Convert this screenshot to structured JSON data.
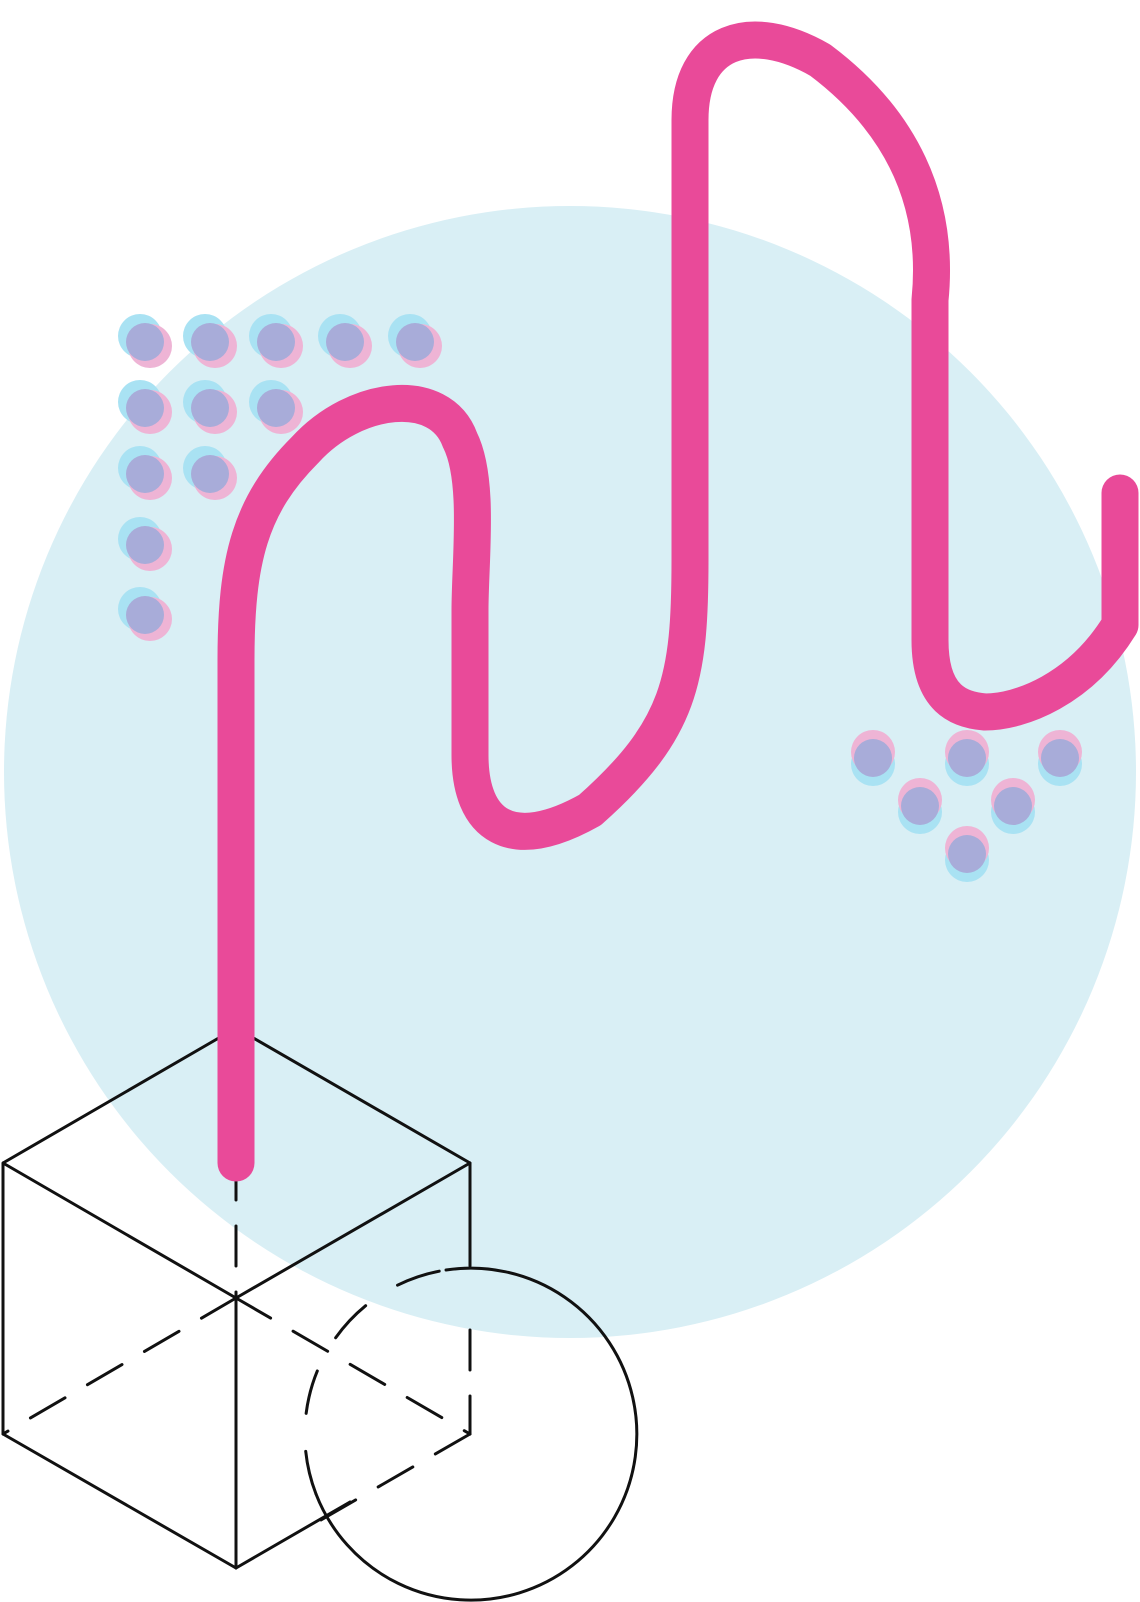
{
  "colors": {
    "background": "#ffffff",
    "circle_fill": "#d9eff5",
    "path_stroke": "#e94a99",
    "line_stroke": "#111111",
    "dot_cyan": "#a9e2f3",
    "dot_pink": "#eeb4d5",
    "dot_overlap": "#a8acd9"
  },
  "icons": {
    "background_circle": "large-light-blue-circle",
    "wavy_path": "pink-wavy-line",
    "cube": "isometric-wireframe-cube",
    "small_circle": "wireframe-circle-with-dashed-hidden-arc",
    "dots_top_left": "triangular-dot-cluster",
    "dots_right": "inverted-triangle-dot-cluster"
  }
}
